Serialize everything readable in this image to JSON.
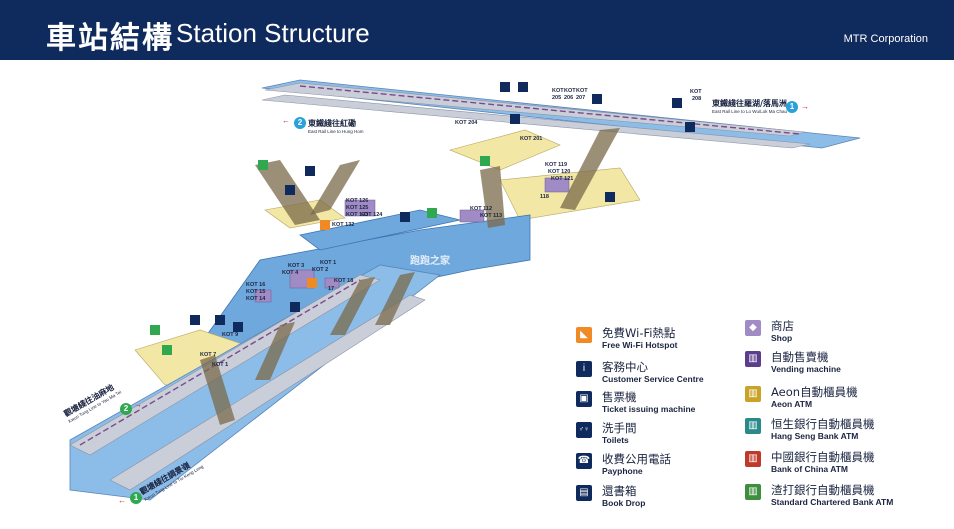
{
  "header": {
    "title_cn": "車站結構",
    "title_en": "Station Structure",
    "operator": "MTR Corporation"
  },
  "colors": {
    "header_bg": "#0f2a5c",
    "concourse": "#6fa8dc",
    "paid_area": "#f3e7a6",
    "platform": "#8cbce8",
    "train": "#c9ced9",
    "escalator": "#7a6a4a",
    "icon_bg": "#0f2a5c",
    "exit_green": "#2fa84f",
    "platform_blue": "#2aa1d8",
    "arrow_red": "#d6201f"
  },
  "map": {
    "upper_platform_1": {
      "cn": "東鐵綫往羅湖/落馬洲",
      "en": "East Rail Line to Lo Wu/Lok Ma Chau",
      "num": "1"
    },
    "upper_platform_2": {
      "cn": "東鐵綫往紅磡",
      "en": "East Rail Line to Hung Hom",
      "num": "2"
    },
    "lower_platform_2": {
      "cn": "觀塘綫往油麻地",
      "en": "Kwun Tong Line to Yau Ma Tei",
      "num": "2"
    },
    "lower_platform_1": {
      "cn": "觀塘綫往調景嶺",
      "en": "Kwun Tong Line to Tiu Keng Leng",
      "num": "1"
    },
    "labels": [
      "KOT",
      "KOT",
      "KOT",
      "205",
      "206",
      "207",
      "KOT",
      "208",
      "KOT 204",
      "KOT 201",
      "KOT 119",
      "KOT 120",
      "KOT 121",
      "118",
      "KOT 126",
      "KOT 125",
      "KOT 123",
      "KOT 124",
      "KOT 132",
      "KOT 112",
      "KOT 113",
      "KOT 1",
      "KOT 2",
      "KOT 3",
      "KOT 4",
      "KOT 18",
      "17",
      "KOT 16",
      "KOT 15",
      "KOT 14",
      "KOT 9",
      "KOT 7",
      "KOT 1"
    ],
    "watermark": "跑跑之家"
  },
  "legend": [
    {
      "icon": "wifi-icon",
      "glyph": "◣",
      "cn": "免費Wi-Fi熱點",
      "en": "Free Wi-Fi Hotspot",
      "color": "#f08a24"
    },
    {
      "icon": "customer-service-icon",
      "glyph": "i",
      "cn": "客務中心",
      "en": "Customer Service Centre",
      "color": "#0f2a5c"
    },
    {
      "icon": "ticket-machine-icon",
      "glyph": "▣",
      "cn": "售票機",
      "en": "Ticket issuing machine",
      "color": "#0f2a5c"
    },
    {
      "icon": "toilet-icon",
      "glyph": "♂♀",
      "cn": "洗手間",
      "en": "Toilets",
      "color": "#0f2a5c"
    },
    {
      "icon": "payphone-icon",
      "glyph": "☎",
      "cn": "收費公用電話",
      "en": "Payphone",
      "color": "#0f2a5c"
    },
    {
      "icon": "book-drop-icon",
      "glyph": "▤",
      "cn": "還書箱",
      "en": "Book Drop",
      "color": "#0f2a5c"
    },
    {
      "icon": "shop-icon",
      "glyph": "◆",
      "cn": "商店",
      "en": "Shop",
      "color": "#a08bc4"
    },
    {
      "icon": "vending-machine-icon",
      "glyph": "▥",
      "cn": "自動售賣機",
      "en": "Vending machine",
      "color": "#5b3f8c"
    },
    {
      "icon": "aeon-atm-icon",
      "glyph": "▥",
      "cn": "Aeon自動櫃員機",
      "en": "Aeon ATM",
      "color": "#c9a227"
    },
    {
      "icon": "hang-seng-atm-icon",
      "glyph": "▥",
      "cn": "恒生銀行自動櫃員機",
      "en": "Hang Seng Bank ATM",
      "color": "#2a8a8a"
    },
    {
      "icon": "boc-atm-icon",
      "glyph": "▥",
      "cn": "中國銀行自動櫃員機",
      "en": "Bank of China ATM",
      "color": "#c0392b"
    },
    {
      "icon": "standard-chartered-atm-icon",
      "glyph": "▥",
      "cn": "渣打銀行自動櫃員機",
      "en": "Standard Chartered Bank ATM",
      "color": "#3e8e3e"
    }
  ]
}
